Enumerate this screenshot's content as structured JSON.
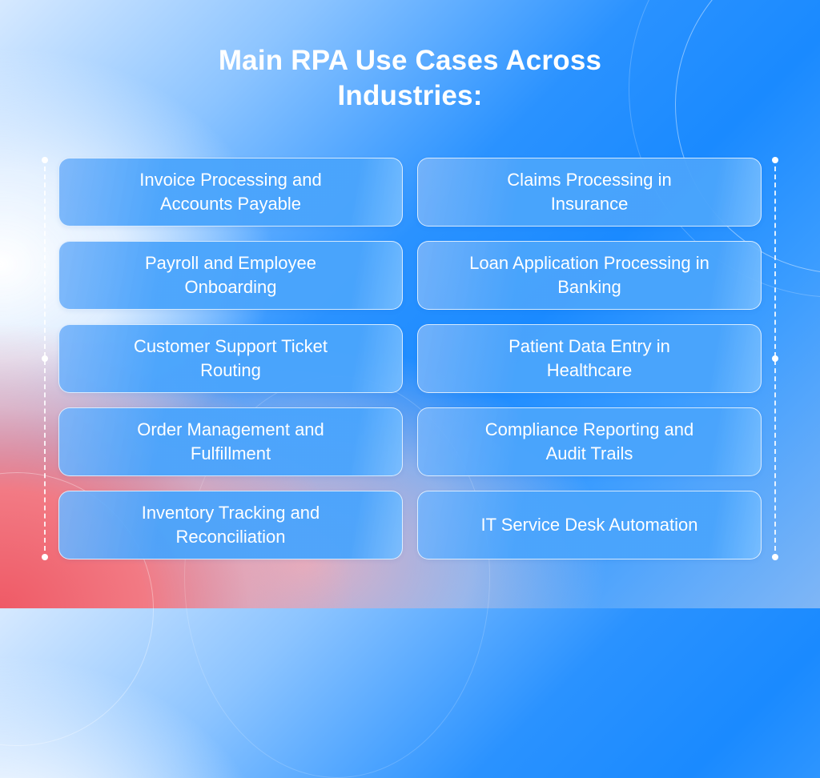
{
  "title": {
    "line1": "Main RPA Use Cases Across",
    "line2": "Industries:"
  },
  "use_cases": {
    "left": [
      "Invoice Processing and Accounts Payable",
      "Payroll and Employee Onboarding",
      "Customer Support Ticket Routing",
      "Order Management and Fulfillment",
      "Inventory Tracking and Reconciliation"
    ],
    "right": [
      "Claims Processing in Insurance",
      "Loan Application Processing in Banking",
      "Patient Data Entry in Healthcare",
      "Compliance Reporting and Audit Trails",
      "IT Service Desk Automation"
    ]
  },
  "colors": {
    "card_fill": "#4aa4fc",
    "card_border": "#ffffff",
    "text": "#ffffff",
    "bg_blue": "#1a8aff",
    "bg_red": "#ef5a66"
  }
}
